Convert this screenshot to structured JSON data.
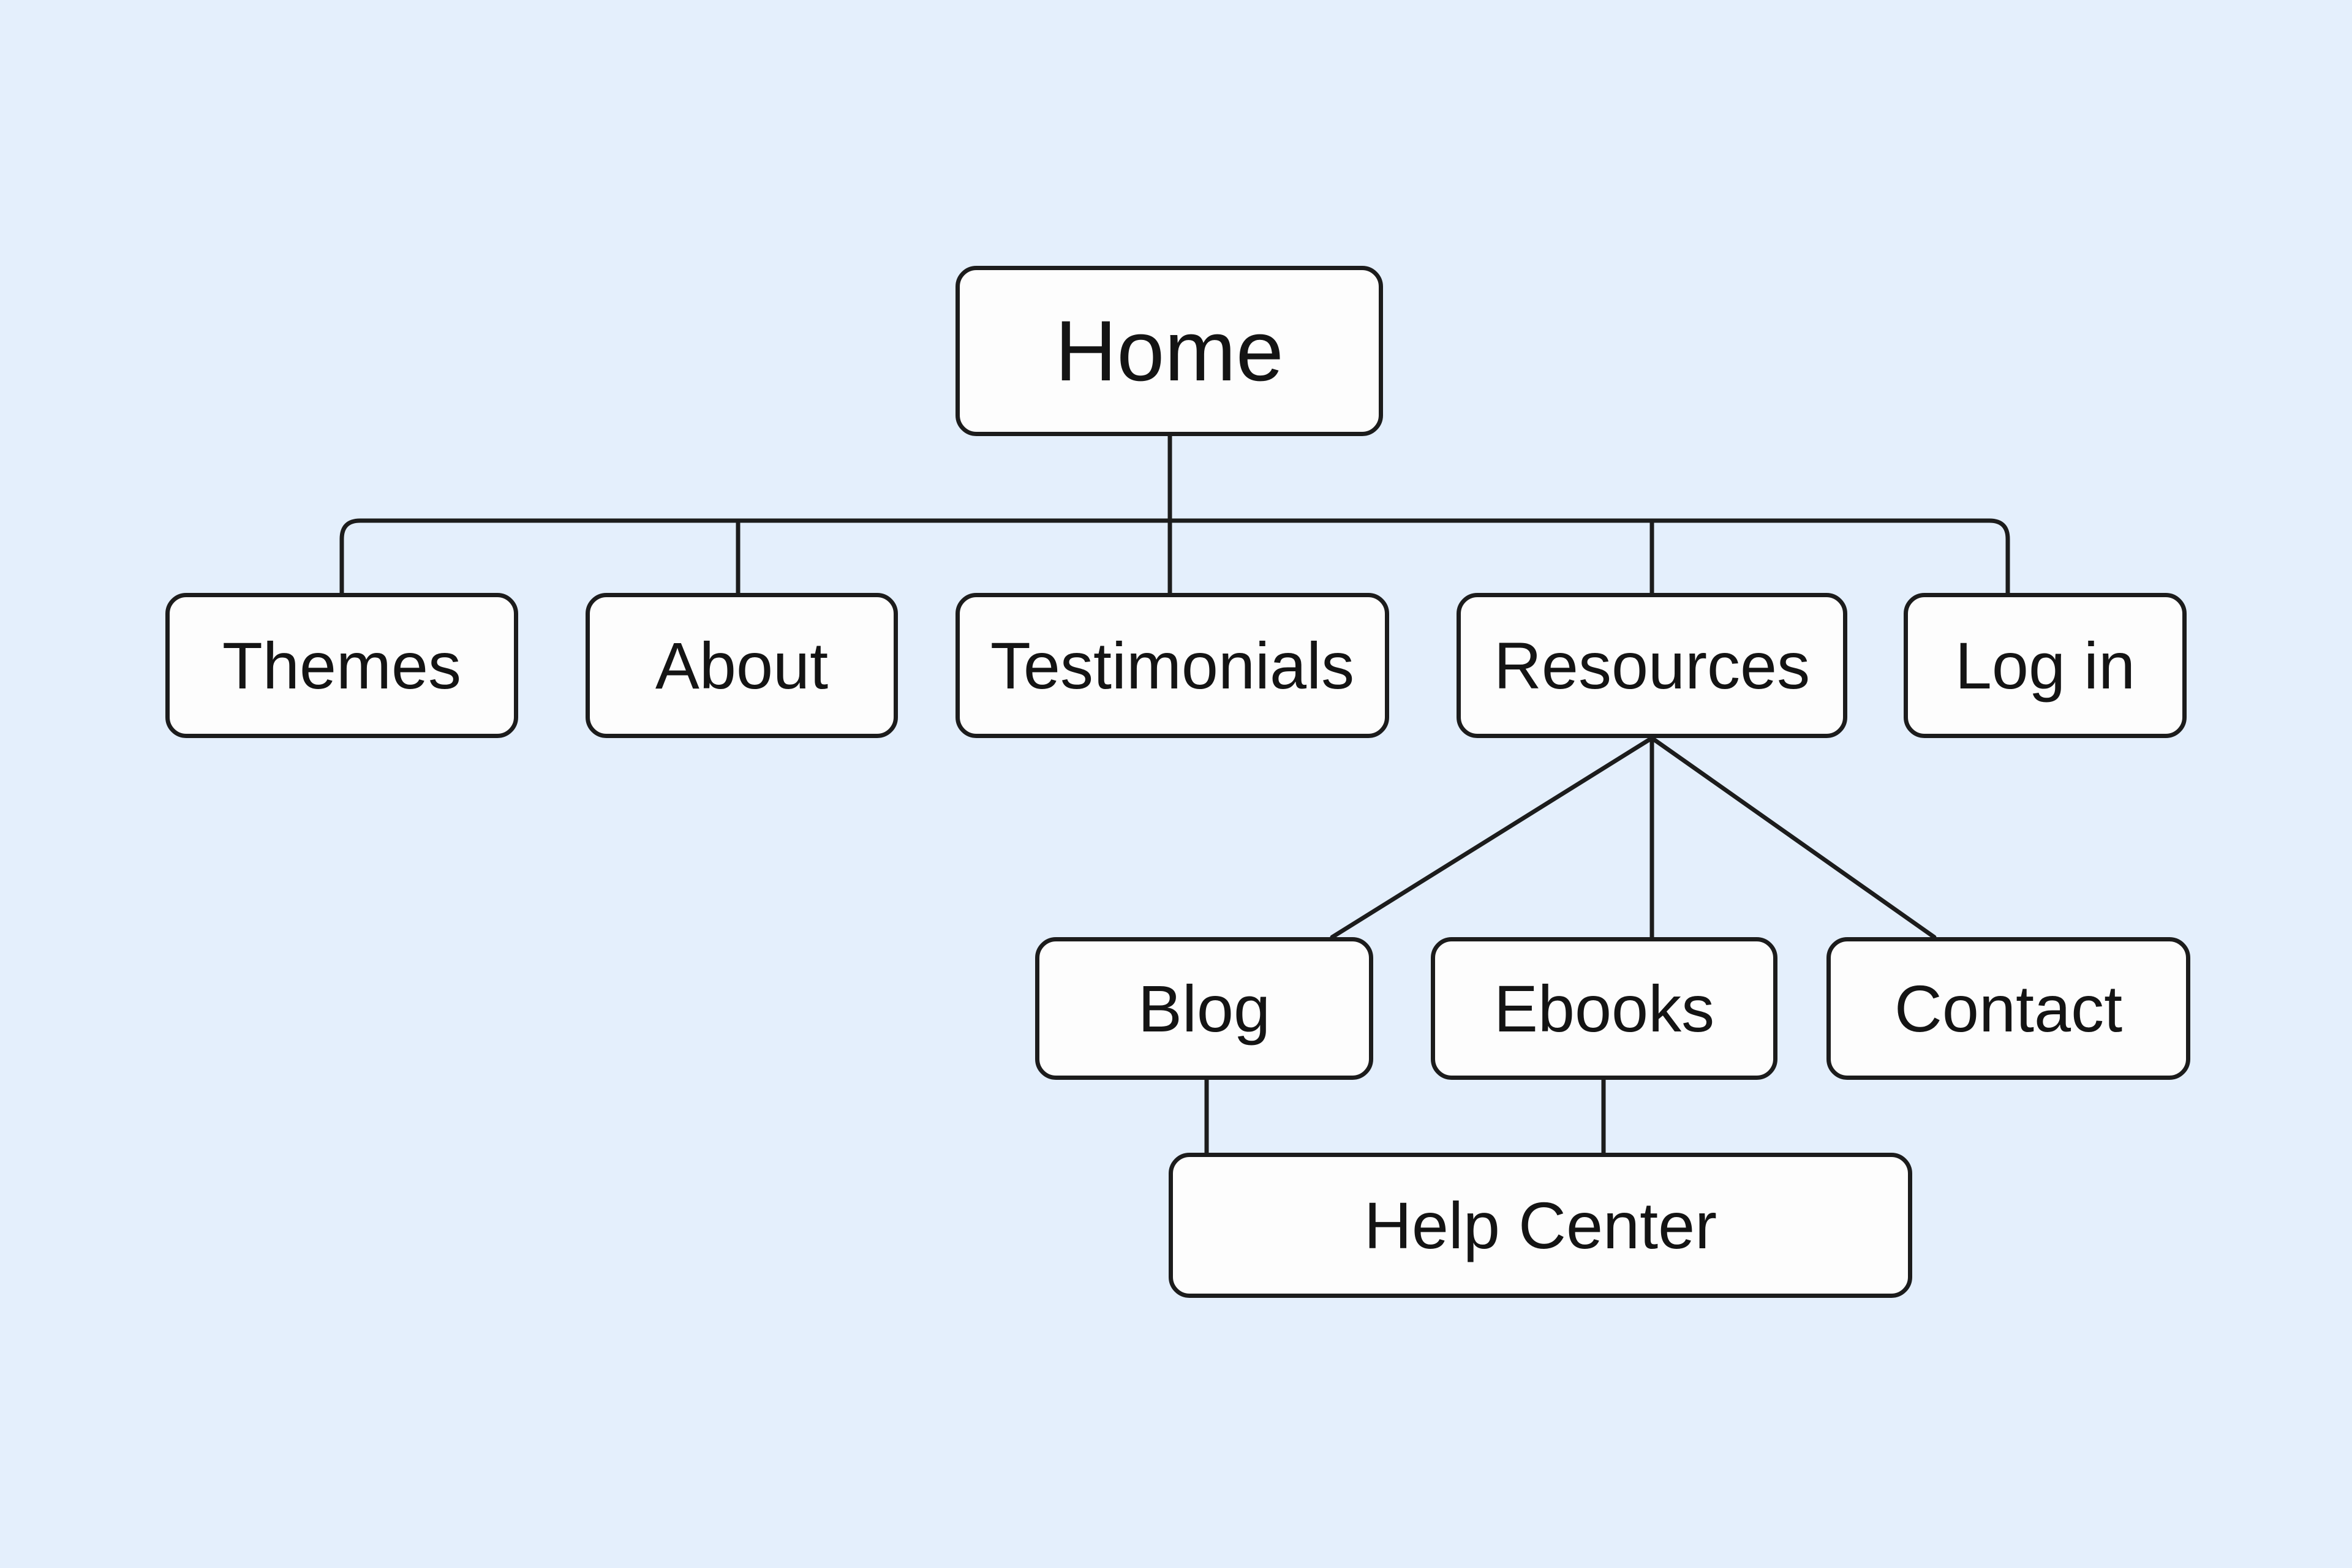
{
  "sitemap": {
    "root": {
      "label": "Home"
    },
    "sections": [
      {
        "id": "themes",
        "label": "Themes"
      },
      {
        "id": "about",
        "label": "About"
      },
      {
        "id": "testimonials",
        "label": "Testimonials"
      },
      {
        "id": "resources",
        "label": "Resources"
      },
      {
        "id": "login",
        "label": "Log in"
      }
    ],
    "resource_pages": [
      {
        "id": "blog",
        "label": "Blog"
      },
      {
        "id": "ebooks",
        "label": "Ebooks"
      },
      {
        "id": "contact",
        "label": "Contact"
      }
    ],
    "support": {
      "label": "Help Center"
    }
  },
  "edges": [
    [
      "home",
      "themes"
    ],
    [
      "home",
      "about"
    ],
    [
      "home",
      "testimonials"
    ],
    [
      "home",
      "resources"
    ],
    [
      "home",
      "login"
    ],
    [
      "resources",
      "blog"
    ],
    [
      "resources",
      "ebooks"
    ],
    [
      "resources",
      "contact"
    ],
    [
      "blog",
      "help-center"
    ],
    [
      "ebooks",
      "help-center"
    ]
  ],
  "colors": {
    "background": "#e4effc",
    "node_fill": "#fdfdfd",
    "stroke": "#1c1c1c",
    "text": "#141414"
  }
}
